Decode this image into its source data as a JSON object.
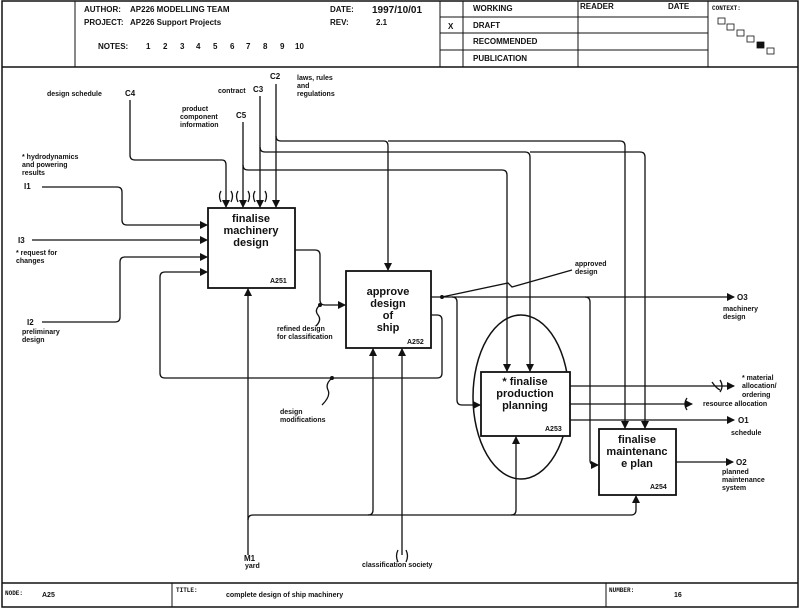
{
  "header": {
    "author_label": "AUTHOR:",
    "author": "AP226  MODELLING TEAM",
    "project_label": "PROJECT:",
    "project": "AP226 Support Projects",
    "date_label": "DATE:",
    "date": "1997/10/01",
    "rev_label": "REV:",
    "rev": "2.1",
    "notes_label": "NOTES:",
    "notes": [
      "1",
      "2",
      "3",
      "4",
      "5",
      "6",
      "7",
      "8",
      "9",
      "10"
    ],
    "status_mark": "X",
    "status": [
      "WORKING",
      "DRAFT",
      "RECOMMENDED",
      "PUBLICATION"
    ],
    "reader_label": "READER",
    "reader_date_label": "DATE",
    "context_label": "CONTEXT:"
  },
  "boxes": [
    {
      "lines": [
        "finalise",
        "machinery",
        "design"
      ],
      "id": "A251"
    },
    {
      "lines": [
        "approve",
        "design",
        "of",
        "ship"
      ],
      "id": "A252"
    },
    {
      "lines": [
        "*  finalise",
        "production",
        "planning"
      ],
      "id": "A253"
    },
    {
      "lines": [
        "finalise",
        "maintenanc",
        "e plan"
      ],
      "id": "A254"
    }
  ],
  "labels": {
    "design_schedule": "design schedule",
    "c4": "C4",
    "contract": "contract",
    "c3": "C3",
    "c2": "C2",
    "laws": [
      "laws, rules",
      "and",
      "regulations"
    ],
    "product": [
      "product",
      "component",
      "information"
    ],
    "c5": "C5",
    "hydro": [
      "* hydrodynamics",
      "and powering",
      "results"
    ],
    "i1": "I1",
    "i3": "I3",
    "request": [
      "* request for",
      "changes"
    ],
    "i2": "I2",
    "preliminary": [
      "preliminary",
      "design"
    ],
    "refined": [
      "refined design",
      "for classification"
    ],
    "approved": [
      "approved",
      "design"
    ],
    "o3": "O3",
    "machinery_design": [
      "machinery",
      "design"
    ],
    "material": [
      "* material",
      "allocation/",
      "ordering"
    ],
    "resource": "resource allocation",
    "o1": "O1",
    "schedule": "schedule",
    "o2": "O2",
    "planned": [
      "planned",
      "maintenance",
      "system"
    ],
    "modifications": [
      "design",
      "modifications"
    ],
    "m1": "M1",
    "yard": "yard",
    "class_soc": "classification society"
  },
  "footer": {
    "node_label": "NODE:",
    "node": "A25",
    "title_label": "TITLE:",
    "title": "complete  design of ship machinery",
    "number_label": "NUMBER:",
    "number": "16"
  }
}
